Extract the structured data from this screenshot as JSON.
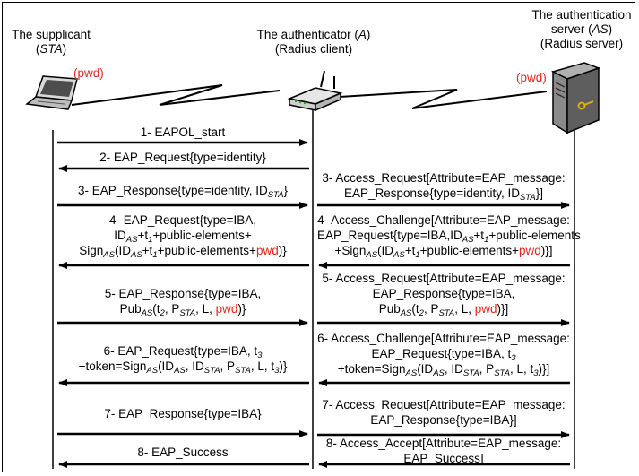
{
  "parties": {
    "supplicant": {
      "line1": "The supplicant",
      "line2_pre": "(",
      "line2_it": "STA",
      "line2_post": ")"
    },
    "authenticator": {
      "line1_pre": "The authenticator (",
      "line1_it": "A",
      "line1_post": ")",
      "line2": "(Radius client)"
    },
    "server": {
      "line1": "The authentication",
      "line2_pre": "server (",
      "line2_it": "AS",
      "line2_post": ")",
      "line3": "(Radius server)"
    }
  },
  "pwd_tag": "(pwd)",
  "pwd": "pwd",
  "left_messages": {
    "m1": "1- EAPOL_start",
    "m2": "2- EAP_Request{type=identity}",
    "m3_pre": "3- EAP_Response{type=identity, ID",
    "m3_sub": "STA",
    "m3_post": "}",
    "m4_l1": "4- EAP_Request{type=IBA,",
    "m4_l2a": "ID",
    "m4_l2b": "AS",
    "m4_l2c": "+t",
    "m4_l2d": "1",
    "m4_l2e": "+public-elements+",
    "m4_l3a": "Sign",
    "m4_l3b": "AS",
    "m4_l3c": "(ID",
    "m4_l3d": "AS",
    "m4_l3e": "+t",
    "m4_l3f": "1",
    "m4_l3g": "+public-elements+",
    "m4_l3h": ")}",
    "m5_l1": "5- EAP_Response{type=IBA,",
    "m5_l2a": "Pub",
    "m5_l2b": "AS",
    "m5_l2c": "(t",
    "m5_l2d": "2",
    "m5_l2e": ", P",
    "m5_l2f": "STA",
    "m5_l2g": ", L, ",
    "m5_l2h": ")}",
    "m6_l1a": "6- EAP_Request{type=IBA, t",
    "m6_l1b": "3",
    "m6_l2a": "+token=Sign",
    "m6_l2b": "AS",
    "m6_l2c": "(ID",
    "m6_l2d": "AS",
    "m6_l2e": ", ID",
    "m6_l2f": "STA",
    "m6_l2g": ", P",
    "m6_l2h": "STA",
    "m6_l2i": ", L, t",
    "m6_l2j": "3",
    "m6_l2k": ")}",
    "m7": "7- EAP_Response{type=IBA}",
    "m8": "8- EAP_Success"
  },
  "right_messages": {
    "r3_l1": "3- Access_Request[Attribute=EAP_message:",
    "r3_l2a": "EAP_Response{type=identity, ID",
    "r3_l2b": "STA",
    "r3_l2c": "}]",
    "r4_l1": "4- Access_Challenge[Attribute=EAP_message:",
    "r4_l2a": "EAP_Request{type=IBA,ID",
    "r4_l2b": "AS",
    "r4_l2c": "+t",
    "r4_l2d": "1",
    "r4_l2e": "+public-elements",
    "r4_l3a": "+Sign",
    "r4_l3b": "AS",
    "r4_l3c": "(ID",
    "r4_l3d": "AS",
    "r4_l3e": "+t",
    "r4_l3f": "1",
    "r4_l3g": "+public-elements+",
    "r4_l3h": ")}]",
    "r5_l1": "5- Access_Request[Attribute=EAP_message:",
    "r5_l2": "EAP_Response{type=IBA,",
    "r5_l3a": "Pub",
    "r5_l3b": "AS",
    "r5_l3c": "(t",
    "r5_l3d": "2",
    "r5_l3e": ", P",
    "r5_l3f": "STA",
    "r5_l3g": ", L, ",
    "r5_l3h": ")}]",
    "r6_l1": "6- Access_Challenge[Attribute=EAP_message:",
    "r6_l2a": "EAP_Request{type=IBA, t",
    "r6_l2b": "3",
    "r6_l3a": "+token=Sign",
    "r6_l3b": "AS",
    "r6_l3c": "(ID",
    "r6_l3d": "AS",
    "r6_l3e": ", ID",
    "r6_l3f": "STA",
    "r6_l3g": ", P",
    "r6_l3h": "STA",
    "r6_l3i": ", L, t",
    "r6_l3j": "3",
    "r6_l3k": ")}]",
    "r7_l1": "7- Access_Request[Attribute=EAP_message:",
    "r7_l2": "EAP_Response{type=IBA}]",
    "r8_l1": "8- Access_Accept[Attribute=EAP_message:",
    "r8_l2": "EAP_Success]"
  },
  "icons": [
    "laptop-icon",
    "router-icon",
    "server-icon",
    "lightning-link-icon"
  ],
  "colors": {
    "password": "#e8261c",
    "line": "#000000"
  }
}
